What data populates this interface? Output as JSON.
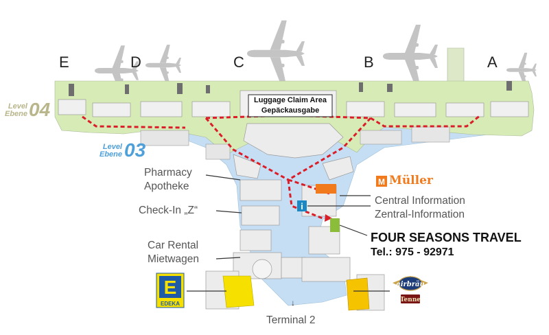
{
  "gates": [
    "E",
    "D",
    "C",
    "B",
    "A"
  ],
  "levels": {
    "upper": {
      "word": "Level",
      "word_de": "Ebene",
      "number": "04"
    },
    "lower": {
      "word": "Level",
      "word_de": "Ebene",
      "number": "03"
    }
  },
  "luggage_claim": {
    "en": "Luggage Claim Area",
    "de": "Gepäckausgabe"
  },
  "pharmacy": {
    "en": "Pharmacy",
    "de": "Apotheke"
  },
  "checkin": "Check-In „Z“",
  "car_rental": {
    "en": "Car Rental",
    "de": "Mietwagen"
  },
  "muller": {
    "icon_letter": "M",
    "text": "Müller"
  },
  "central_info": {
    "icon": "i",
    "en": "Central Information",
    "de": "Zentral-Information"
  },
  "four_seasons": {
    "name": "FOUR SEASONS TRAVEL",
    "phone": "Tel.: 975 - 92971"
  },
  "edeka": {
    "icon_letter": "E",
    "text": "EDEKA"
  },
  "airbrau": {
    "top": "airbräu",
    "bottom": "Tenne"
  },
  "terminal2": {
    "arrow": "↓",
    "text": "Terminal 2"
  },
  "colors": {
    "upper_level": "#d6ebb4",
    "lower_level": "#c3ddf3",
    "route": "#d91e2a",
    "muller_orange": "#f07a1c",
    "four_seasons_green": "#8cbd3a",
    "edeka_yellow": "#f5e000",
    "edeka_blue": "#1f5aa6",
    "info_blue": "#1b88c6",
    "plane_gray": "#bfbfbf"
  }
}
